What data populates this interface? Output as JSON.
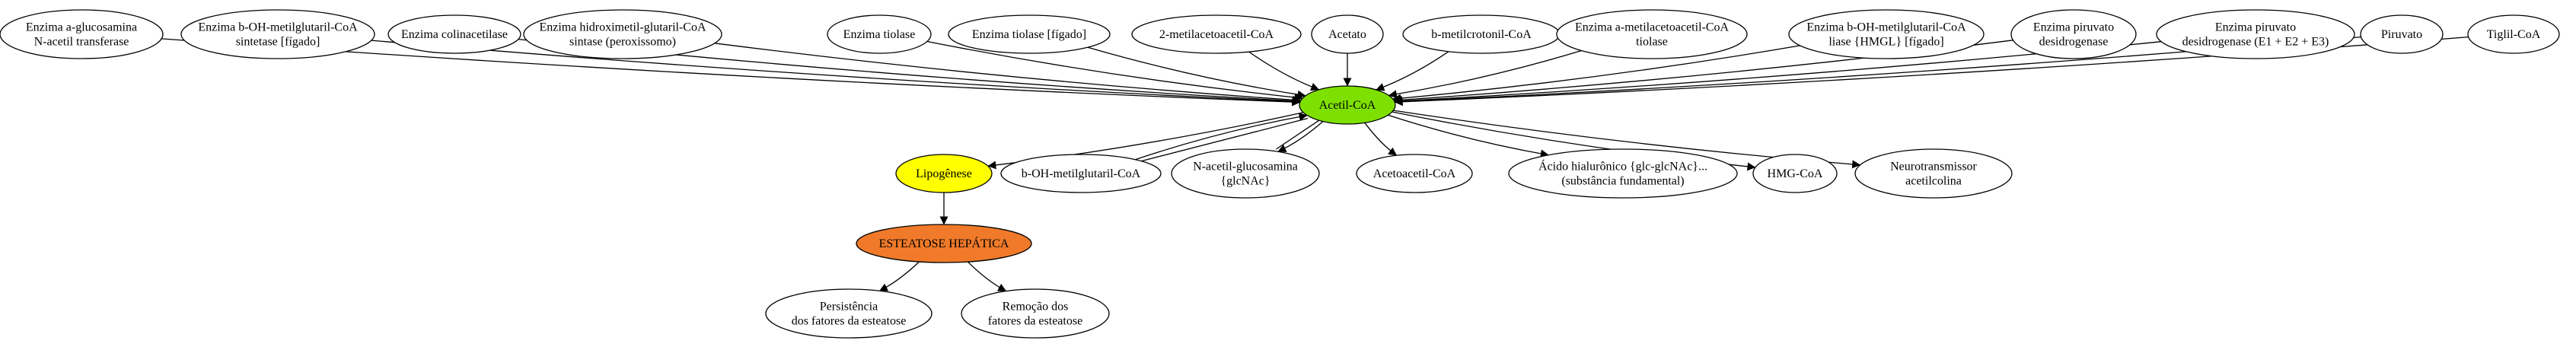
{
  "diagram": {
    "nodes": [
      {
        "id": "n_enz_aglc",
        "lines": [
          "Enzima a-glucosamina",
          "N-acetil transferase"
        ],
        "fill": "#ffffff"
      },
      {
        "id": "n_enz_bohm_sint",
        "lines": [
          "Enzima b-OH-metilglutaril-CoA",
          "sintetase [fígado]"
        ],
        "fill": "#ffffff"
      },
      {
        "id": "n_enz_colina",
        "lines": [
          "Enzima colinacetilase"
        ],
        "fill": "#ffffff"
      },
      {
        "id": "n_enz_hidroxi",
        "lines": [
          "Enzima hidroximetil-glutaril-CoA",
          "sintase (peroxissomo)"
        ],
        "fill": "#ffffff"
      },
      {
        "id": "n_enz_tiolase",
        "lines": [
          "Enzima tiolase"
        ],
        "fill": "#ffffff"
      },
      {
        "id": "n_enz_tiolase_fig",
        "lines": [
          "Enzima tiolase [fígado]"
        ],
        "fill": "#ffffff"
      },
      {
        "id": "n_2metil",
        "lines": [
          "2-metilacetoacetil-CoA"
        ],
        "fill": "#ffffff"
      },
      {
        "id": "n_acetato",
        "lines": [
          "Acetato"
        ],
        "fill": "#ffffff"
      },
      {
        "id": "n_bmetilcrot",
        "lines": [
          "b-metilcrotonil-CoA"
        ],
        "fill": "#ffffff"
      },
      {
        "id": "n_enz_ametil",
        "lines": [
          "Enzima a-metilacetoacetil-CoA",
          "tiolase"
        ],
        "fill": "#ffffff"
      },
      {
        "id": "n_enz_bohm_liase",
        "lines": [
          "Enzima b-OH-metilglutaril-CoA",
          "liase {HMGL} [fígado]"
        ],
        "fill": "#ffffff"
      },
      {
        "id": "n_enz_piruv",
        "lines": [
          "Enzima piruvato",
          "desidrogenase"
        ],
        "fill": "#ffffff"
      },
      {
        "id": "n_enz_piruv_e",
        "lines": [
          "Enzima piruvato",
          "desidrogenase (E1 + E2 + E3)"
        ],
        "fill": "#ffffff"
      },
      {
        "id": "n_piruvato",
        "lines": [
          "Piruvato"
        ],
        "fill": "#ffffff"
      },
      {
        "id": "n_tiglil",
        "lines": [
          "Tiglil-CoA"
        ],
        "fill": "#ffffff"
      },
      {
        "id": "n_acetilcoa",
        "lines": [
          "Acetil-CoA"
        ],
        "fill": "#7ee000"
      },
      {
        "id": "n_lipogenese",
        "lines": [
          "Lipogênese"
        ],
        "fill": "#ffff00"
      },
      {
        "id": "n_bohm",
        "lines": [
          "b-OH-metilglutaril-CoA"
        ],
        "fill": "#ffffff"
      },
      {
        "id": "n_nacetilglc",
        "lines": [
          "N-acetil-glucosamina",
          "{glcNAc}"
        ],
        "fill": "#ffffff"
      },
      {
        "id": "n_acetoacetil",
        "lines": [
          "Acetoacetil-CoA"
        ],
        "fill": "#ffffff"
      },
      {
        "id": "n_hialuronico",
        "lines": [
          "Ácido hialurônico {glc-glcNAc}...",
          "(substância fundamental)"
        ],
        "fill": "#ffffff"
      },
      {
        "id": "n_hmg",
        "lines": [
          "HMG-CoA"
        ],
        "fill": "#ffffff"
      },
      {
        "id": "n_neuro",
        "lines": [
          "Neurotransmissor",
          "acetilcolina"
        ],
        "fill": "#ffffff"
      },
      {
        "id": "n_esteatose",
        "lines": [
          "ESTEATOSE HEPÁTICA"
        ],
        "fill": "#f07a2a"
      },
      {
        "id": "n_persist",
        "lines": [
          "Persistência",
          "dos fatores da esteatose"
        ],
        "fill": "#ffffff"
      },
      {
        "id": "n_remocao",
        "lines": [
          "Remoção dos",
          "fatores da esteatose"
        ],
        "fill": "#ffffff"
      }
    ],
    "edges": [
      {
        "from": "n_enz_aglc",
        "to": "n_acetilcoa",
        "style": "arrow"
      },
      {
        "from": "n_enz_bohm_sint",
        "to": "n_acetilcoa",
        "style": "arrow"
      },
      {
        "from": "n_enz_colina",
        "to": "n_acetilcoa",
        "style": "arrow"
      },
      {
        "from": "n_enz_hidroxi",
        "to": "n_acetilcoa",
        "style": "arrow"
      },
      {
        "from": "n_enz_tiolase",
        "to": "n_acetilcoa",
        "style": "arrow"
      },
      {
        "from": "n_enz_tiolase_fig",
        "to": "n_acetilcoa",
        "style": "arrow"
      },
      {
        "from": "n_2metil",
        "to": "n_acetilcoa",
        "style": "arrow"
      },
      {
        "from": "n_acetato",
        "to": "n_acetilcoa",
        "style": "arrow"
      },
      {
        "from": "n_bmetilcrot",
        "to": "n_acetilcoa",
        "style": "arrow"
      },
      {
        "from": "n_enz_ametil",
        "to": "n_acetilcoa",
        "style": "arrow"
      },
      {
        "from": "n_enz_bohm_liase",
        "to": "n_acetilcoa",
        "style": "arrow"
      },
      {
        "from": "n_enz_piruv",
        "to": "n_acetilcoa",
        "style": "arrow"
      },
      {
        "from": "n_enz_piruv_e",
        "to": "n_acetilcoa",
        "style": "arrow"
      },
      {
        "from": "n_piruvato",
        "to": "n_acetilcoa",
        "style": "arrow"
      },
      {
        "from": "n_tiglil",
        "to": "n_acetilcoa",
        "style": "arrow"
      },
      {
        "from": "n_acetilcoa",
        "to": "n_lipogenese",
        "style": "arrow"
      },
      {
        "from": "n_bohm",
        "to": "n_acetilcoa",
        "style": "reversible"
      },
      {
        "from": "n_acetilcoa",
        "to": "n_nacetilglc",
        "style": "reversible-head"
      },
      {
        "from": "n_acetilcoa",
        "to": "n_acetoacetil",
        "style": "arrow"
      },
      {
        "from": "n_acetilcoa",
        "to": "n_hialuronico",
        "style": "arrow"
      },
      {
        "from": "n_acetilcoa",
        "to": "n_hmg",
        "style": "arrow"
      },
      {
        "from": "n_acetilcoa",
        "to": "n_neuro",
        "style": "arrow"
      },
      {
        "from": "n_lipogenese",
        "to": "n_esteatose",
        "style": "arrow"
      },
      {
        "from": "n_esteatose",
        "to": "n_persist",
        "style": "arrow"
      },
      {
        "from": "n_esteatose",
        "to": "n_remocao",
        "style": "arrow"
      }
    ]
  }
}
